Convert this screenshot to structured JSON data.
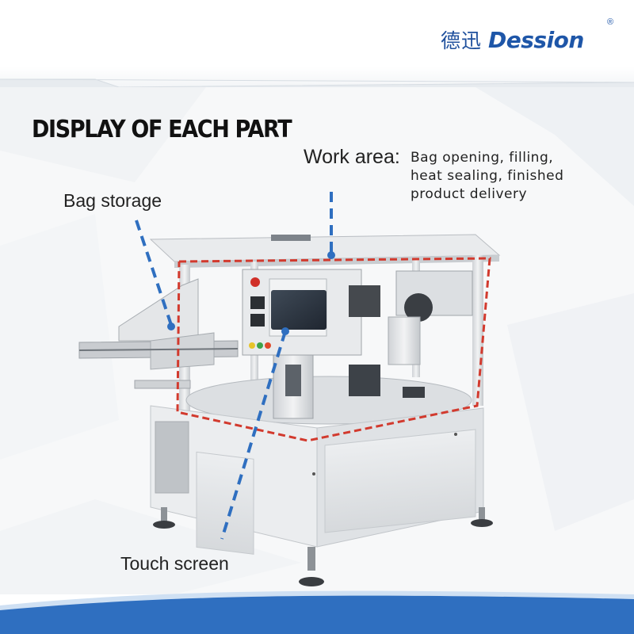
{
  "brand": {
    "chinese_name": "德迅",
    "english_name": "Dession",
    "registered_mark": "®",
    "color": "#1e56a8"
  },
  "heading": "DISPLAY OF EACH PART",
  "parts": {
    "work_area": {
      "label": "Work area:",
      "description_lines": [
        "Bag opening, filling,",
        "heat sealing, finished",
        "product delivery"
      ]
    },
    "bag_storage": {
      "label": "Bag storage"
    },
    "touch_screen": {
      "label": "Touch screen"
    }
  },
  "colors": {
    "pointer_line": "#2f6fc0",
    "work_area_outline": "#d23a2e",
    "footer_band": "#2f6fc0",
    "machine_body": "#e4e6e8"
  },
  "icons": [
    "dessian-logo",
    "machine-illustration",
    "emergency-stop-icon",
    "status-lamp-icon"
  ]
}
